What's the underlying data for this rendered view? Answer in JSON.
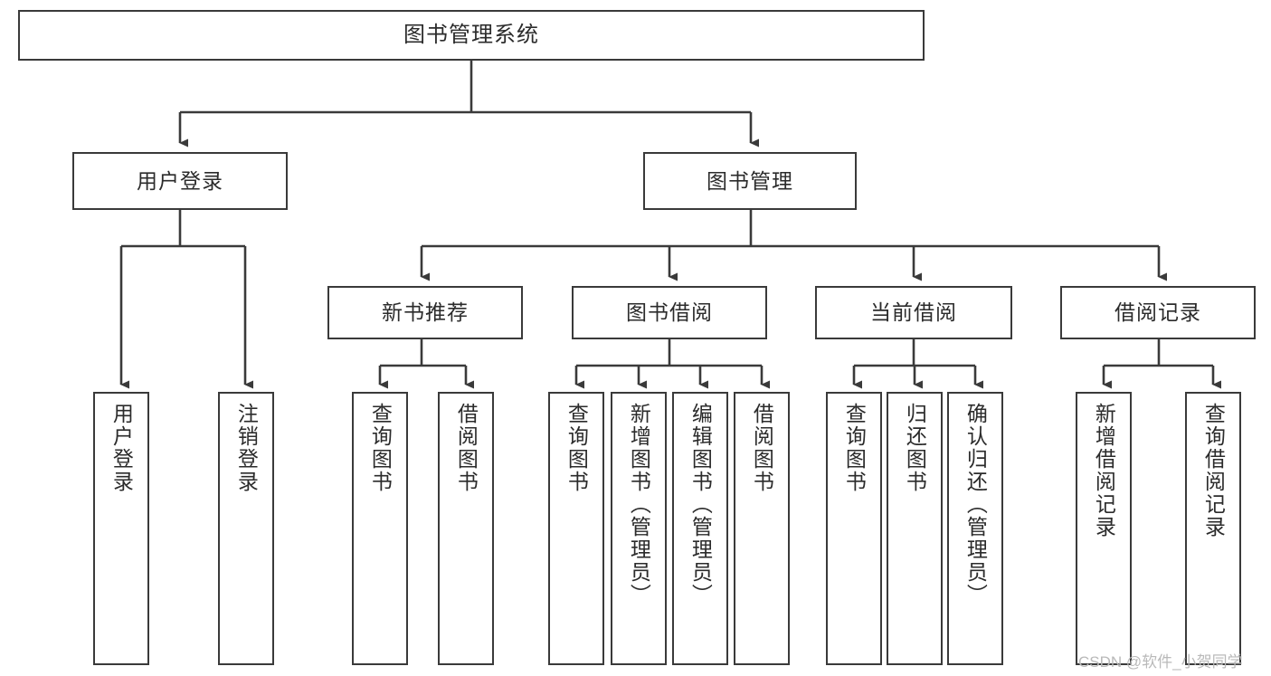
{
  "diagram": {
    "title": "图书管理系统",
    "type": "tree",
    "watermark": "CSDN @软件_小贺同学",
    "colors": {
      "stroke": "#3a3a3a",
      "fill": "#ffffff",
      "text": "#2b2b2b",
      "watermark": "#b9b9b9"
    },
    "root": {
      "label": "图书管理系统",
      "orientation": "horizontal"
    },
    "level2": [
      {
        "label": "用户登录",
        "orientation": "horizontal"
      },
      {
        "label": "图书管理",
        "orientation": "horizontal"
      }
    ],
    "level3": [
      {
        "label": "新书推荐",
        "orientation": "horizontal"
      },
      {
        "label": "图书借阅",
        "orientation": "horizontal"
      },
      {
        "label": "当前借阅",
        "orientation": "horizontal"
      },
      {
        "label": "借阅记录",
        "orientation": "horizontal"
      }
    ],
    "leaves": {
      "user_login": [
        {
          "label": "用户登录",
          "orientation": "vertical"
        },
        {
          "label": "注销登录",
          "orientation": "vertical"
        }
      ],
      "new_book_recommend": [
        {
          "label": "查询图书",
          "orientation": "vertical"
        },
        {
          "label": "借阅图书",
          "orientation": "vertical"
        }
      ],
      "book_borrow": [
        {
          "label": "查询图书",
          "orientation": "vertical"
        },
        {
          "label": "新增图书（管理员）",
          "orientation": "vertical"
        },
        {
          "label": "编辑图书（管理员）",
          "orientation": "vertical"
        },
        {
          "label": "借阅图书",
          "orientation": "vertical"
        }
      ],
      "current_borrow": [
        {
          "label": "查询图书",
          "orientation": "vertical"
        },
        {
          "label": "归还图书",
          "orientation": "vertical"
        },
        {
          "label": "确认归还（管理员）",
          "orientation": "vertical"
        }
      ],
      "borrow_record": [
        {
          "label": "新增借阅记录",
          "orientation": "vertical"
        },
        {
          "label": "查询借阅记录",
          "orientation": "vertical"
        }
      ]
    }
  }
}
